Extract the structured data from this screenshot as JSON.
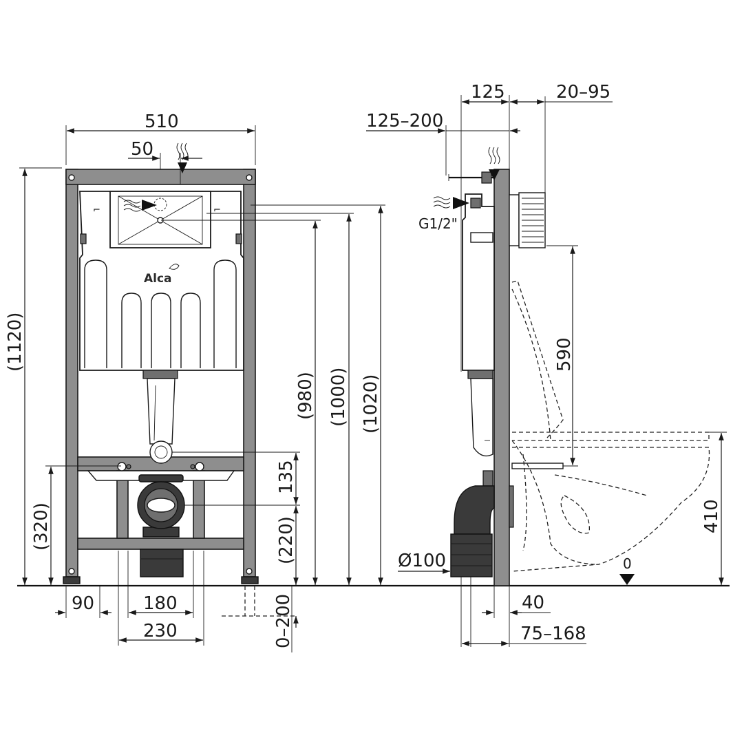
{
  "front_view": {
    "width_total": "510",
    "offset_top": "50",
    "height_total": "(1120)",
    "height_980": "(980)",
    "height_1000": "(1000)",
    "height_1020": "(1020)",
    "height_320": "(320)",
    "dim_135": "135",
    "dim_220": "(220)",
    "foot_90": "90",
    "span_180": "180",
    "span_230": "230",
    "adjust_0_200": "0–200",
    "brand": "Alca"
  },
  "side_view": {
    "depth_125": "125",
    "range_20_95": "20–95",
    "range_125_200": "125–200",
    "thread": "G1/2\"",
    "dim_590": "590",
    "dim_410": "410",
    "pipe_diameter": "Ø100",
    "floor_zero": "0",
    "dim_40": "40",
    "range_75_168": "75–168"
  }
}
